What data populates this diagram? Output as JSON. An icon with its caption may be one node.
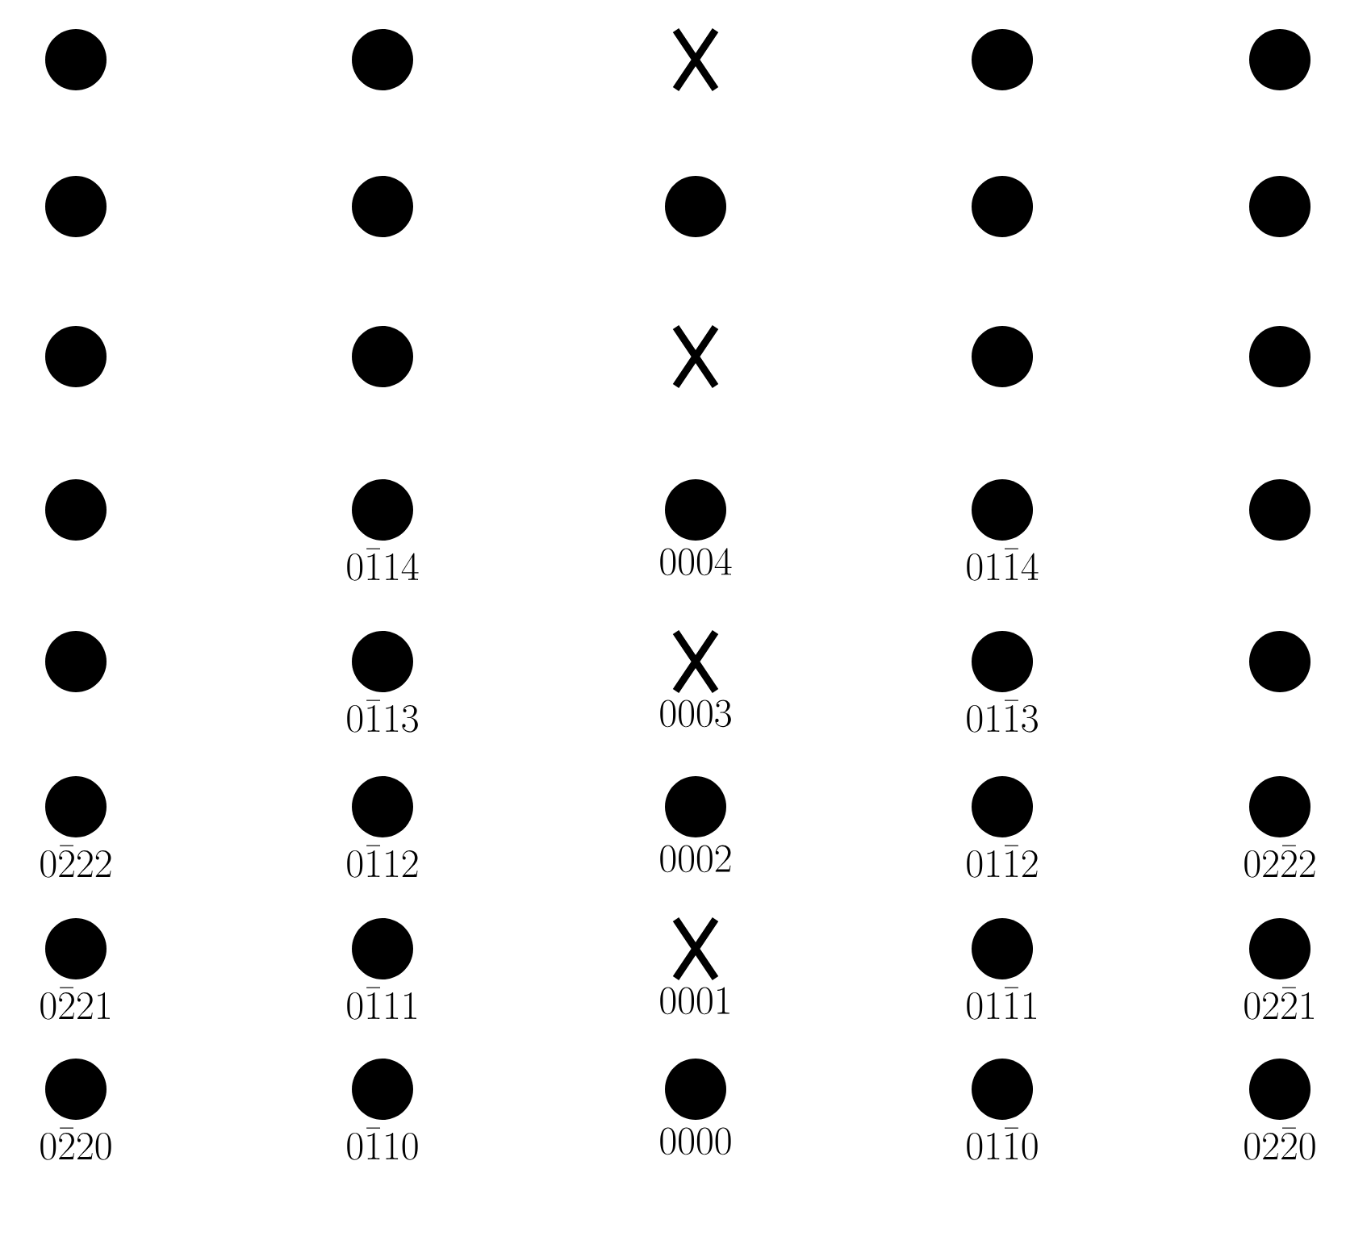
{
  "diagram": {
    "nodes": [
      {
        "text": [],
        "shape": "circle"
      },
      {
        "text": [],
        "shape": "circle"
      },
      {
        "text": [],
        "shape": "cross"
      },
      {
        "text": [],
        "shape": "circle"
      },
      {
        "text": [],
        "shape": "circle"
      },
      {
        "text": [],
        "shape": "circle"
      },
      {
        "text": [],
        "shape": "circle"
      },
      {
        "text": [],
        "shape": "circle"
      },
      {
        "text": [],
        "shape": "circle"
      },
      {
        "text": [],
        "shape": "circle"
      },
      {
        "text": [],
        "shape": "circle"
      },
      {
        "text": [],
        "shape": "circle"
      },
      {
        "text": [],
        "shape": "cross"
      },
      {
        "text": [],
        "shape": "circle"
      },
      {
        "text": [],
        "shape": "circle"
      },
      {
        "text": [],
        "shape": "circle"
      },
      {
        "text": [],
        "shape": "circle",
        "beside": [
          "0\\bar{1}14"
        ]
      },
      {
        "text": [],
        "shape": "circle",
        "beside": [
          "0004"
        ]
      },
      {
        "text": [],
        "shape": "circle",
        "beside": [
          "01\\bar{1}4"
        ]
      },
      {
        "text": [],
        "shape": "circle"
      },
      {
        "text": [],
        "shape": "circle"
      },
      {
        "text": [],
        "shape": "circle",
        "beside": [
          "0\\bar{1}13"
        ]
      },
      {
        "text": [],
        "shape": "cross",
        "beside": [
          "0003"
        ]
      },
      {
        "text": [],
        "shape": "circle",
        "beside": [
          "01\\bar{1}3"
        ]
      },
      {
        "text": [],
        "shape": "circle"
      },
      {
        "text": [],
        "shape": "circle",
        "beside": [
          "0\\bar{2}22"
        ]
      },
      {
        "text": [],
        "shape": "circle",
        "beside": [
          "0\\bar{1}12"
        ]
      },
      {
        "text": [],
        "shape": "circle",
        "beside": [
          "0002"
        ]
      },
      {
        "text": [],
        "shape": "circle",
        "beside": [
          "01\\bar{1}2"
        ]
      },
      {
        "text": [],
        "shape": "circle",
        "beside": [
          "02\\bar{2}2"
        ]
      },
      {
        "text": [],
        "shape": "circle",
        "beside": [
          "0\\bar{2}21"
        ]
      },
      {
        "text": [],
        "shape": "circle",
        "beside": [
          "0\\bar{1}11"
        ]
      },
      {
        "text": [],
        "shape": "cross",
        "beside": [
          "0001"
        ]
      },
      {
        "text": [],
        "shape": "circle",
        "beside": [
          "01\\bar{1}1"
        ]
      },
      {
        "text": [],
        "shape": "circle",
        "beside": [
          "02\\bar{2}1"
        ]
      },
      {
        "text": [],
        "shape": "circle",
        "beside": [
          "0\\bar{2}20"
        ]
      },
      {
        "text": [],
        "shape": "circle",
        "beside": [
          "0\\bar{1}10"
        ]
      },
      {
        "text": [],
        "shape": "circle",
        "beside": [
          "0000"
        ]
      },
      {
        "text": [],
        "shape": "circle",
        "beside": [
          "01\\bar{1}0"
        ]
      },
      {
        "text": [],
        "shape": "circle",
        "beside": [
          "02\\bar{2}0"
        ]
      }
    ]
  }
}
